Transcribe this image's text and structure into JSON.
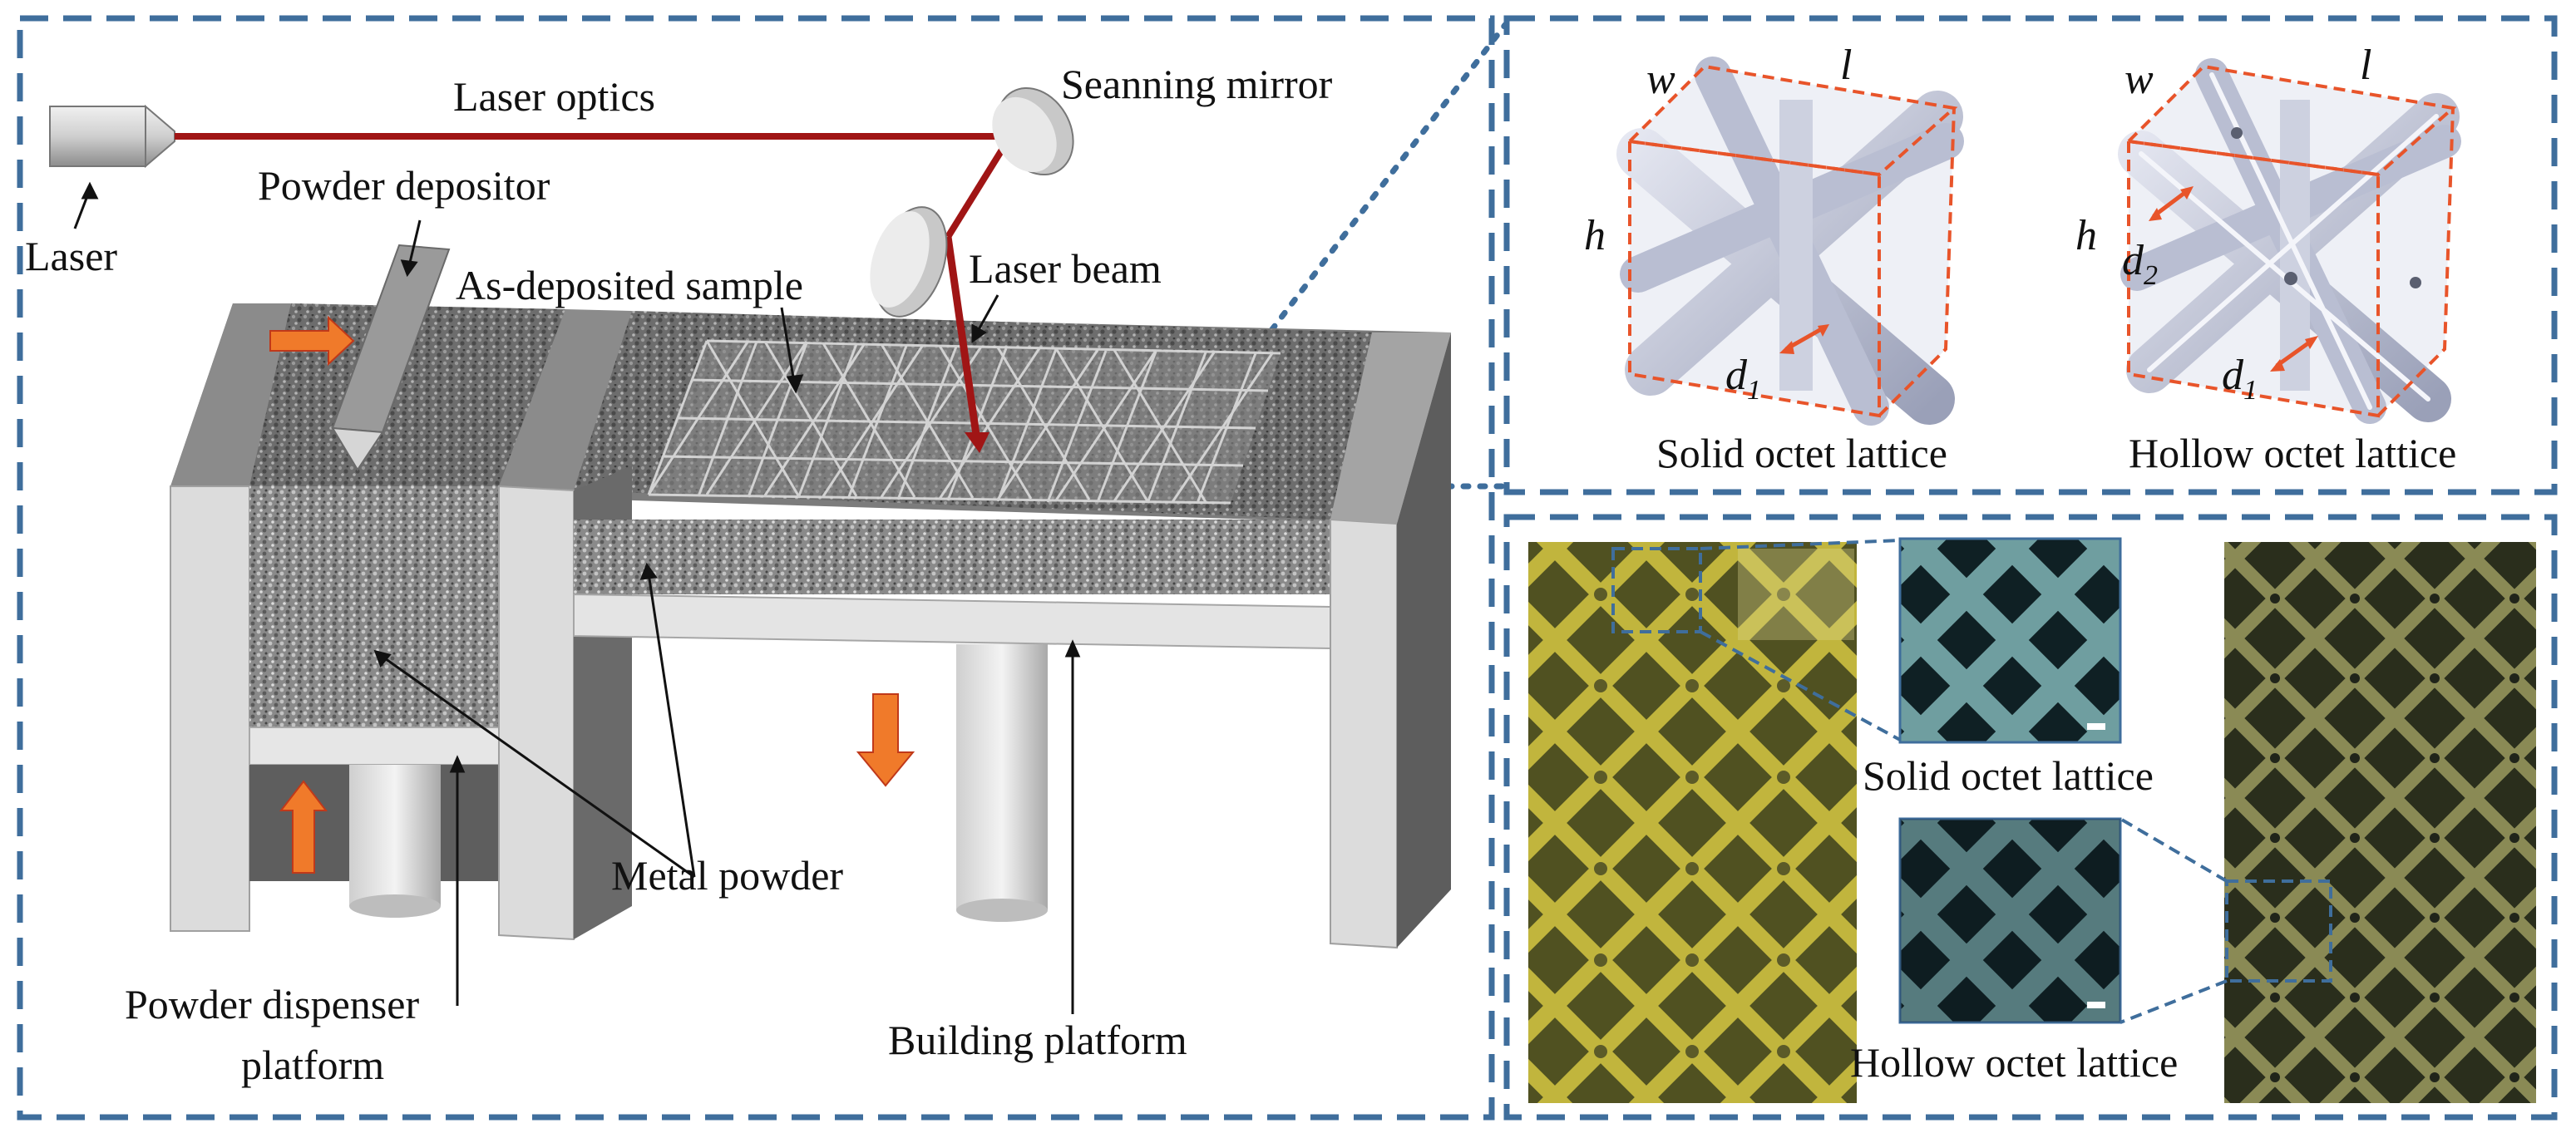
{
  "left_panel": {
    "labels": {
      "laser_optics": "Laser optics",
      "scanning_mirror": "Seanning mirror",
      "laser": "Laser",
      "powder_depositor": "Powder depositor",
      "as_deposited_sample": "As-deposited sample",
      "laser_beam": "Laser beam",
      "metal_powder": "Metal powder",
      "powder_dispenser_platform_line1": "Powder dispenser",
      "powder_dispenser_platform_line2": "platform",
      "building_platform": "Building platform"
    }
  },
  "top_right_panel": {
    "solid": {
      "caption": "Solid octet lattice",
      "w": "w",
      "l": "l",
      "h": "h",
      "d1": "d",
      "d1_sub": "1"
    },
    "hollow": {
      "caption": "Hollow octet lattice",
      "w": "w",
      "l": "l",
      "h": "h",
      "d1": "d",
      "d1_sub": "1",
      "d2": "d",
      "d2_sub": "2"
    }
  },
  "bottom_right_panel": {
    "solid_caption": "Solid octet lattice",
    "hollow_caption": "Hollow octet lattice"
  },
  "colors": {
    "panel_border": "#3f6e9c",
    "laser_red": "#a01515",
    "arrow_orange": "#f07a2a",
    "dimension_orange": "#e8542a"
  }
}
